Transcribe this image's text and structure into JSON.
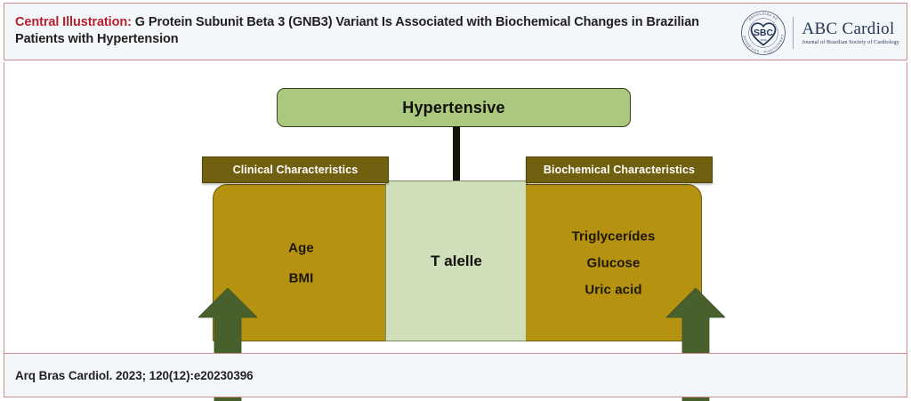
{
  "header": {
    "label_prefix": "Central Illustration:",
    "title": " G Protein Subunit Beta 3 (GNB3) Variant Is Associated with Biochemical Changes in Brazilian Patients with Hypertension",
    "accent_color": "#b5202d",
    "background": "#f4f7fa",
    "border_color": "#cf8d90"
  },
  "logo": {
    "badge_text": "SBC",
    "badge_year": "1943",
    "badge_ring_text": "SOCIEDADE BRASILEIRA DE CARDIOLOGIA",
    "journal_name": "ABC Cardiol",
    "journal_subtitle": "Journal of Brazilian Society of Cardiology",
    "color": "#1f3352"
  },
  "figure": {
    "top_node": {
      "label": "Hypertensive",
      "fill": "#aac97e",
      "border": "#3c3c1e"
    },
    "center_node": {
      "label": "T alelle",
      "fill": "#cfdfba",
      "border": "#7c8a5f"
    },
    "connector_color": "#151208",
    "branches": [
      {
        "side": "left",
        "banner_label": "Clinical Characteristics",
        "banner_fill": "#71600f",
        "panel_fill": "#b69211",
        "arrow_direction": "up",
        "arrow_color": "#47602c",
        "items": [
          "Age",
          "BMI"
        ]
      },
      {
        "side": "right",
        "banner_label": "Biochemical Characteristics",
        "banner_fill": "#71600f",
        "panel_fill": "#b69211",
        "arrow_direction": "up",
        "arrow_color": "#47602c",
        "items": [
          "Triglycerídes",
          "Glucose",
          "Uric acid"
        ]
      }
    ]
  },
  "footer": {
    "citation": "Arq Bras Cardiol. 2023; 120(12):e20230396",
    "background": "#f4f7fa",
    "border_color": "#cf8d90"
  }
}
